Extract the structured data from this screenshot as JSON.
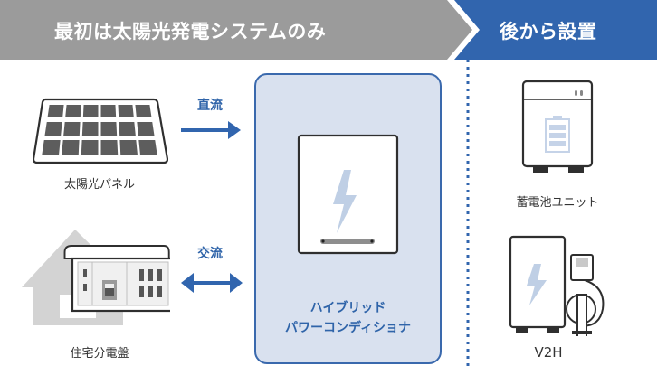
{
  "header": {
    "left_title": "最初は太陽光発電システムのみ",
    "right_title": "後から設置",
    "colors": {
      "left_band": "#9b9b9b",
      "right_band": "#3165ae"
    }
  },
  "components": {
    "solar_panel": {
      "label": "太陽光パネル",
      "icon": "solar-panel-icon"
    },
    "distribution_board": {
      "label": "住宅分電盤",
      "icon": "distribution-board-icon"
    },
    "power_conditioner": {
      "line1": "ハイブリッド",
      "line2": "パワーコンディショナ",
      "icon": "power-conditioner-icon"
    },
    "battery_unit": {
      "label": "蓄電池ユニット",
      "icon": "battery-unit-icon"
    },
    "v2h": {
      "label": "V2H",
      "icon": "v2h-icon"
    }
  },
  "flows": {
    "dc": {
      "label": "直流",
      "direction": "one-way"
    },
    "ac": {
      "label": "交流",
      "direction": "two-way"
    }
  },
  "accent_color": "#2f64a9"
}
